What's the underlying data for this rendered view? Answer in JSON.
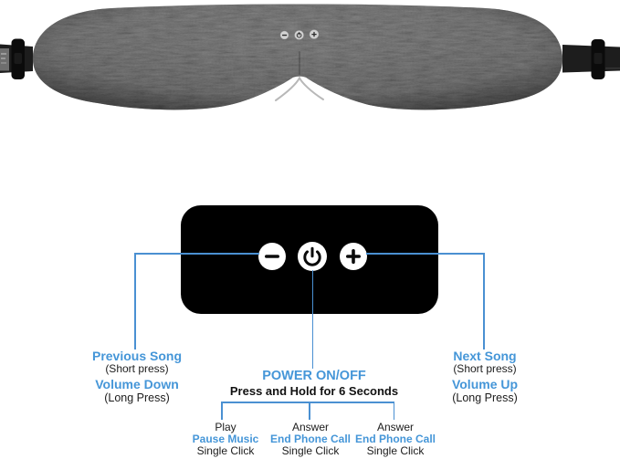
{
  "colors": {
    "accent_text": "#4596d8",
    "callout_line": "#4a90d2",
    "panel_bg": "#000000",
    "mask_fabric": "#4f4f4f",
    "strap": "#1d1d1d",
    "button_bg": "#ffffff"
  },
  "icons": {
    "minus": "−",
    "power": "⏻",
    "plus": "+"
  },
  "callouts": {
    "left": {
      "title": "Previous Song",
      "subtitle": "(Short press)",
      "title2": "Volume Down",
      "subtitle2": "(Long Press)"
    },
    "center": {
      "title": "POWER ON/OFF",
      "subtitle": "Press and Hold for 6 Seconds"
    },
    "right": {
      "title": "Next Song",
      "subtitle": "(Short press)",
      "title2": "Volume Up",
      "subtitle2": "(Long Press)"
    },
    "bottom": [
      {
        "action": "Play",
        "action2": "Pause Music",
        "gesture": "Single Click"
      },
      {
        "action": "Answer",
        "action2": "End Phone Call",
        "gesture": "Single Click"
      },
      {
        "action": "Answer",
        "action2": "End Phone Call",
        "gesture": "Single Click"
      }
    ]
  }
}
